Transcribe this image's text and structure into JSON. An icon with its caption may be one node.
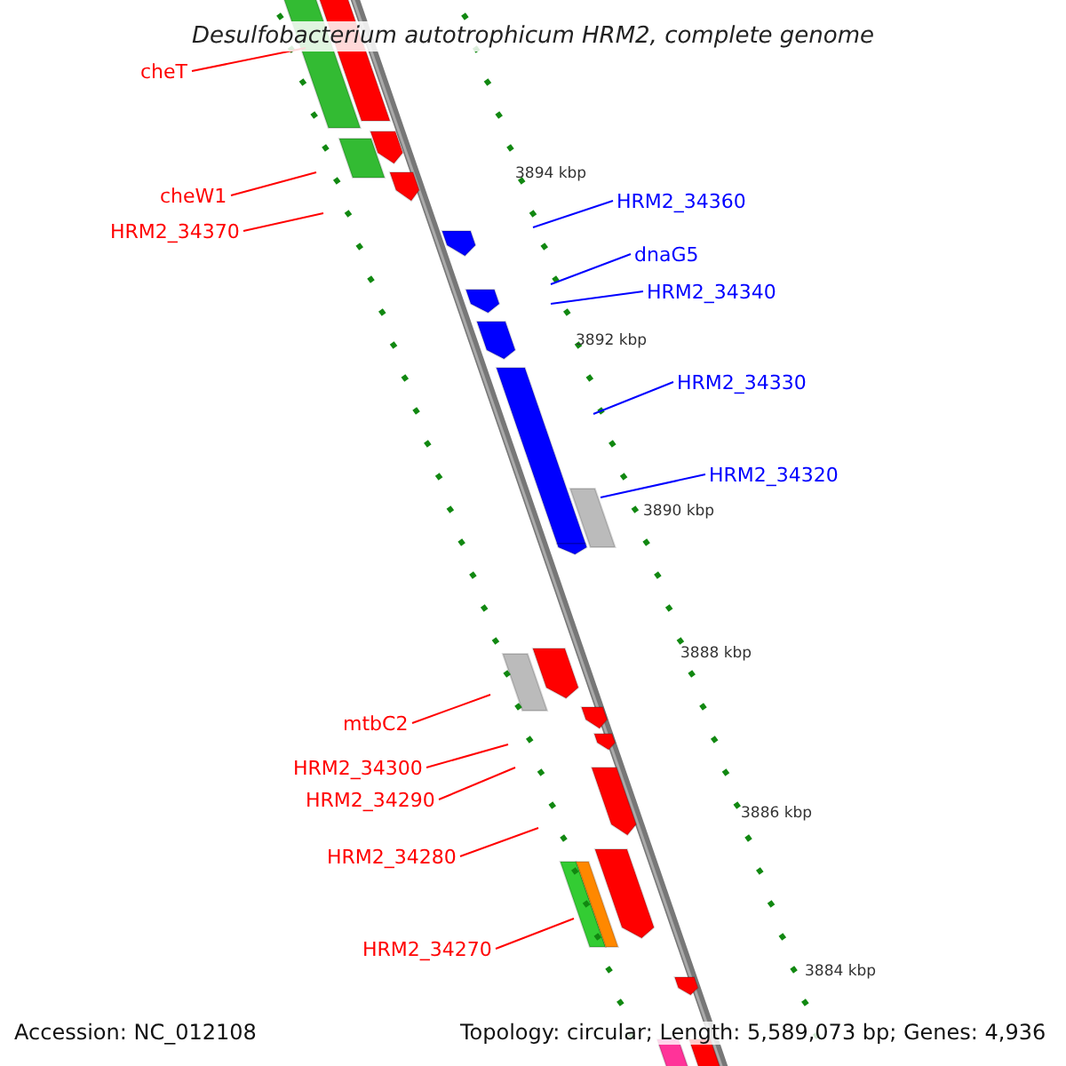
{
  "diagram": {
    "title": "Desulfobacterium autotrophicum HRM2, complete genome",
    "nodes": [
      {
        "text": [
          "cheT"
        ]
      },
      {
        "text": [
          "cheW1"
        ]
      },
      {
        "text": [
          "HRM2_34370"
        ]
      },
      {
        "text": [
          "HRM2_34360"
        ]
      },
      {
        "text": [
          "dnaG5"
        ]
      },
      {
        "text": [
          "HRM2_34340"
        ]
      },
      {
        "text": [
          "HRM2_34330"
        ]
      },
      {
        "text": [
          "HRM2_34320"
        ]
      },
      {
        "text": [
          "mtbC2"
        ]
      },
      {
        "text": [
          "HRM2_34300"
        ]
      },
      {
        "text": [
          "HRM2_34290"
        ]
      },
      {
        "text": [
          "HRM2_34280"
        ]
      },
      {
        "text": [
          "HRM2_34270"
        ]
      }
    ],
    "edges": [
      {
        "from": 0,
        "to": null,
        "arrow": "none"
      },
      {
        "from": 1,
        "to": null,
        "arrow": "none"
      },
      {
        "from": 2,
        "to": null,
        "arrow": "none"
      },
      {
        "from": 3,
        "to": null,
        "arrow": "none",
        "color": "#0000ff"
      },
      {
        "from": 4,
        "to": null,
        "arrow": "none",
        "color": "#0000ff"
      },
      {
        "from": 5,
        "to": null,
        "arrow": "none",
        "color": "#0000ff"
      },
      {
        "from": 6,
        "to": null,
        "arrow": "none",
        "color": "#0000ff"
      },
      {
        "from": 7,
        "to": null,
        "arrow": "none",
        "color": "#0000ff"
      },
      {
        "from": 8,
        "to": null,
        "arrow": "none"
      },
      {
        "from": 9,
        "to": null,
        "arrow": "none"
      },
      {
        "from": 10,
        "to": null,
        "arrow": "none"
      },
      {
        "from": 11,
        "to": null,
        "arrow": "none"
      },
      {
        "from": 12,
        "to": null,
        "arrow": "none"
      }
    ],
    "labels": [
      "3894 kbp",
      "3892 kbp",
      "3890 kbp",
      "3888 kbp",
      "3886 kbp",
      "3884 kbp",
      "Accession: NC_012108",
      "Topology: circular; Length: 5,589,073 bp; Genes: 4,936"
    ]
  }
}
